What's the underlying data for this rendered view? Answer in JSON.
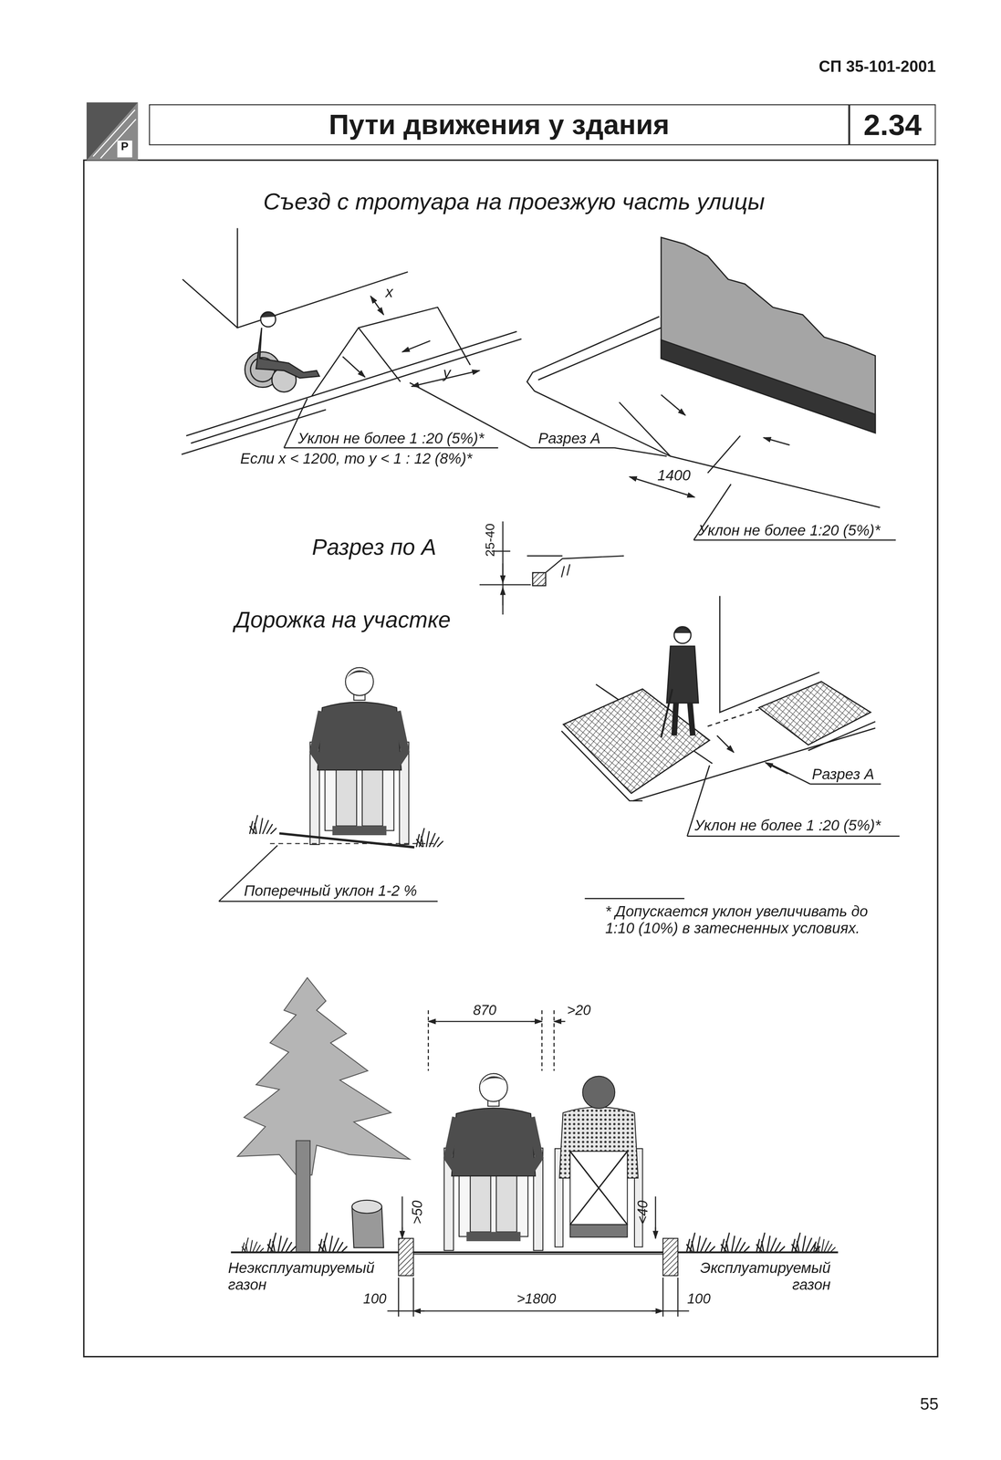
{
  "diagram": {
    "title": "Пути движения у здания",
    "nodes": [
      {
        "text": [
          "2.34"
        ]
      }
    ],
    "labels": [
      "СП 35-101-2001",
      "Р",
      "Съезд с тротуара на проезжую часть улицы",
      "x",
      "y",
      "Уклон не более 1 :20 (5%)*",
      "Если x < 1200, то y < 1 : 12 (8%)*",
      "Разрез А",
      "1400",
      "Уклон не более 1:20 (5%)*",
      "Разрез по А",
      "25-40",
      "Дорожка на участке",
      "Разрез А",
      "Уклон не более 1 :20 (5%)*",
      "Поперечный уклон 1-2 %",
      "* Допускается уклон увеличивать до 1:10 (10%) в затесненных условиях.",
      "870",
      ">20",
      ">50",
      "<40",
      "Неэксплуатируемый газон",
      "Эксплуатируемый газон",
      "100",
      ">1800",
      "100",
      "55"
    ]
  }
}
